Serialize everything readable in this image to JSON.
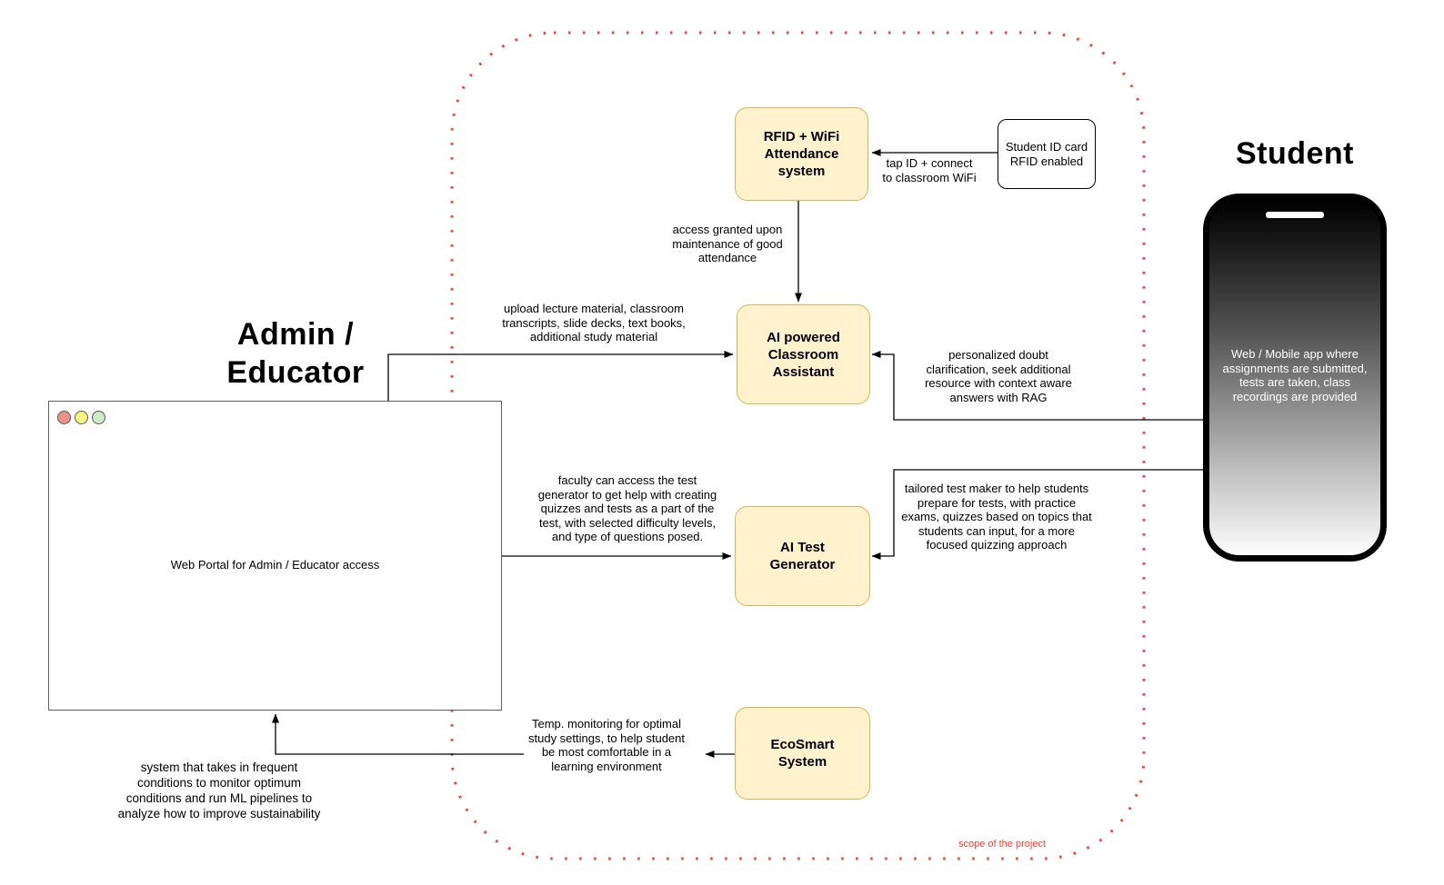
{
  "diagram_title": "scope of the project",
  "titles": {
    "admin": "Admin /\nEducator",
    "student": "Student"
  },
  "nodes": {
    "rfid_attendance": "RFID + WiFi\nAttendance\nsystem",
    "classroom_assistant": "AI powered\nClassroom\nAssistant",
    "test_generator": "AI Test\nGenerator",
    "ecosmart": "EcoSmart\nSystem",
    "student_id_card": "Student ID card\nRFID enabled",
    "web_portal": "Web Portal for Admin / Educator access",
    "student_app": "Web / Mobile app where\nassignments are submitted,\ntests are taken, class\nrecordings are provided"
  },
  "edge_labels": {
    "tap_id": "tap ID + connect\nto classroom WiFi",
    "access_granted": "access granted upon\nmaintenance  of good\nattendance",
    "upload_material": "upload lecture material, classroom\ntranscripts, slide decks, text books,\nadditional study material",
    "personalized_doubt": "personalized doubt\nclarification, seek additional\nresource with context aware\nanswers with RAG",
    "faculty_access": "faculty can access the test\ngenerator to get help with creating\nquizzes and tests as a part of the\ntest, with selected difficulty levels,\nand type of questions posed.",
    "tailored_test": "tailored test maker to help students\nprepare for tests, with practice\nexams, quizzes based on topics that\nstudents can input, for a more\nfocused quizzing approach",
    "temp_monitoring": "Temp. monitoring for optimal\nstudy settings, to help student\nbe most comfortable in a\nlearning environment",
    "ml_pipelines": "system that takes in frequent\nconditions to monitor optimum\nconditions and run ML pipelines to\nanalyze how to improve sustainability",
    "scope": "scope of the project"
  },
  "colors": {
    "scope_red": "#FF3B2F",
    "node_fill": "#FFF2CC",
    "node_border": "#D6B656",
    "connector_black": "#000000",
    "traffic_red": "#F0938C",
    "traffic_yellow": "#FBF682",
    "traffic_green": "#CBEDC4",
    "phone_text_white": "#FFFFFF"
  }
}
